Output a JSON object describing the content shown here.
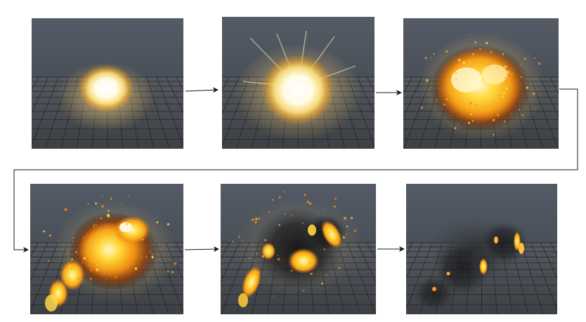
{
  "sequence": {
    "frames": [
      {
        "stage": 1,
        "effect": "fireball-bright-core"
      },
      {
        "stage": 2,
        "effect": "fireball-flare"
      },
      {
        "stage": 3,
        "effect": "fireball-expanding-sparks"
      },
      {
        "stage": 4,
        "effect": "fire-debris"
      },
      {
        "stage": 5,
        "effect": "smoke-with-embers"
      },
      {
        "stage": 6,
        "effect": "dissipating-smoke"
      }
    ],
    "colors": {
      "sky": "#4b525d",
      "grid_floor": "#3a3e44",
      "grid_line": "#1e2024",
      "fire_core": "#ffffff",
      "fire_mid": "#ffd23a",
      "fire_outer": "#f08a12",
      "smoke": "#1b1b1d",
      "arrow": "#1a1a1a"
    }
  }
}
